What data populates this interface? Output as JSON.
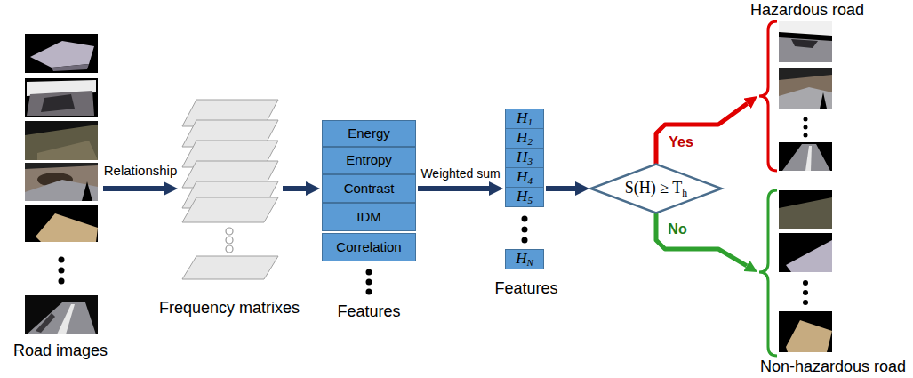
{
  "diagram": {
    "nodes": [
      {
        "text": [
          "Road images"
        ]
      },
      {
        "text": [
          "Frequency matrixes"
        ]
      },
      {
        "text": [
          "Features"
        ]
      },
      {
        "text": [
          "Energy"
        ],
        "in": 2
      },
      {
        "text": [
          "Entropy"
        ],
        "in": 2
      },
      {
        "text": [
          "Contrast"
        ],
        "in": 2
      },
      {
        "text": [
          "IDM"
        ],
        "in": 2
      },
      {
        "text": [
          "Correlation"
        ],
        "in": 2
      },
      {
        "text": [
          "Features"
        ]
      },
      {
        "text": [
          "H1"
        ],
        "in": 8
      },
      {
        "text": [
          "H2"
        ],
        "in": 8
      },
      {
        "text": [
          "H3"
        ],
        "in": 8
      },
      {
        "text": [
          "H4"
        ],
        "in": 8
      },
      {
        "text": [
          "H5"
        ],
        "in": 8
      },
      {
        "text": [
          "HN"
        ],
        "in": 8
      },
      {
        "text": [
          "S(H) ≥ Th"
        ]
      },
      {
        "text": [
          "Hazardous road"
        ]
      },
      {
        "text": [
          "Non-hazardous road"
        ]
      }
    ],
    "edges": [
      {
        "from": 0,
        "to": 1,
        "arrow": "to",
        "label": "Relationship"
      },
      {
        "from": 1,
        "to": 2,
        "arrow": "to"
      },
      {
        "from": 2,
        "to": 8,
        "arrow": "to",
        "label": "Weighted sum"
      },
      {
        "from": 8,
        "to": 15,
        "arrow": "to"
      },
      {
        "from": 15,
        "to": 16,
        "arrow": "to",
        "label": "Yes"
      },
      {
        "from": 15,
        "to": 17,
        "arrow": "to",
        "label": "No"
      }
    ]
  }
}
